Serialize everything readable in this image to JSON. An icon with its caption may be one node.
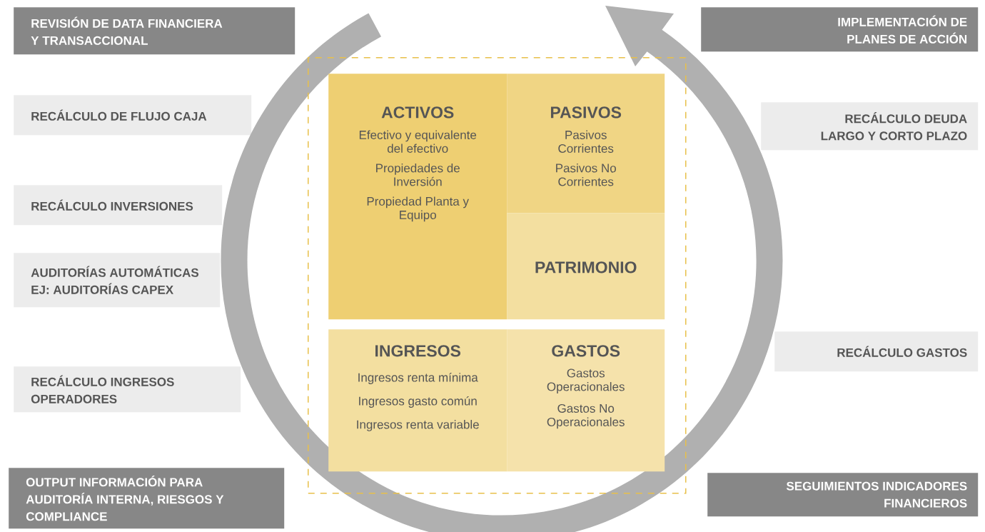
{
  "diagram": {
    "nodes": [
      {
        "text": [
          "REVISIÓN DE DATA FINANCIERA Y TRANSACCIONAL"
        ]
      },
      {
        "text": [
          "RECÁLCULO DE FLUJO CAJA"
        ]
      },
      {
        "text": [
          "RECÁLCULO INVERSIONES"
        ]
      },
      {
        "text": [
          "AUDITORÍAS AUTOMÁTICAS EJ: AUDITORÍAS CAPEX"
        ]
      },
      {
        "text": [
          "RECÁLCULO INGRESOS OPERADORES"
        ]
      },
      {
        "text": [
          "OUTPUT INFORMACIÓN PARA AUDITORÍA INTERNA, RIESGOS Y COMPLIANCE"
        ]
      },
      {
        "text": [
          "IMPLEMENTACIÓN DE PLANES DE ACCIÓN"
        ]
      },
      {
        "text": [
          "RECÁLCULO DEUDA LARGO Y CORTO PLAZO"
        ]
      },
      {
        "text": [
          "RECÁLCULO GASTOS"
        ]
      },
      {
        "text": [
          "SEGUIMIENTOS INDICADORES FINANCIEROS"
        ]
      },
      {
        "text": [],
        "shape": "box"
      },
      {
        "text": [
          "ACTIVOS",
          "Efectivo y equivalente del efectivo",
          "Propiedades de Inversión",
          "Propiedad Planta y Equipo"
        ],
        "in": 10
      },
      {
        "text": [
          "PASIVOS",
          "Pasivos Corrientes",
          "Pasivos No Corrientes"
        ],
        "in": 10
      },
      {
        "text": [
          "PATRIMONIO"
        ],
        "in": 10
      },
      {
        "text": [
          "INGRESOS",
          "Ingresos renta mínima",
          "Ingresos gasto común",
          "Ingresos renta variable"
        ],
        "in": 10
      },
      {
        "text": [
          "GASTOS",
          "Gastos Operacionales",
          "Gastos No Operacionales"
        ],
        "in": 10
      }
    ]
  }
}
